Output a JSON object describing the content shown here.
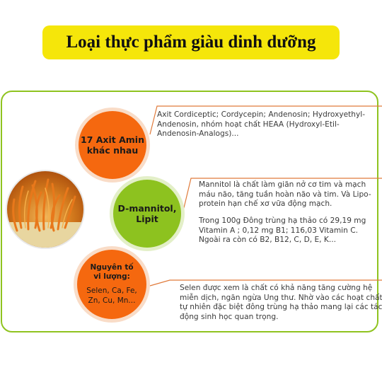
{
  "title": "Loại thực phẩm giàu dinh dưỡng",
  "colors": {
    "banner": "#f5e60a",
    "orange": "#f5680f",
    "green": "#8dc21f",
    "frame": "#8fc31f"
  },
  "items": [
    {
      "circle_lines": [
        "17 Axit Amin",
        "khác nhau"
      ],
      "text_lines": [
        "Axit Cordiceptic; Cordycepin; Andenosin; Hydroxyethyl-",
        "Andenosin, nhóm hoạt chất HEAA (Hydroxyl-Etil-",
        "Andenosin-Analogs)..."
      ]
    },
    {
      "circle_lines": [
        "D-mannitol,",
        "Lipit"
      ],
      "text_lines": [
        "Mannitol là chất làm giãn nở cơ tim và mạch",
        "máu não, tăng tuần hoàn não và tim. Và Lipo-",
        "protein hạn chế xơ vữa động mạch."
      ],
      "text_lines_2": [
        "Trong 100g Đông trùng hạ thảo có 29,19 mg",
        "Vitamin A ; 0,12 mg B1; 116,03 Vitamin C.",
        "Ngoài ra còn có B2, B12, C, D, E, K..."
      ]
    },
    {
      "circle_head": [
        "Nguyên tố",
        "vi lượng:"
      ],
      "circle_lines": [
        "Selen, Ca, Fe,",
        "Zn, Cu, Mn..."
      ],
      "text_lines": [
        "Selen được xem là chất có khả năng tăng cường hệ",
        "miễn dịch, ngăn ngừa Ung thư. Nhờ vào các hoạt chất",
        "tự nhiên đặc biệt đông trùng hạ thảo mang lại các tác",
        "động sinh học quan trọng."
      ]
    }
  ]
}
